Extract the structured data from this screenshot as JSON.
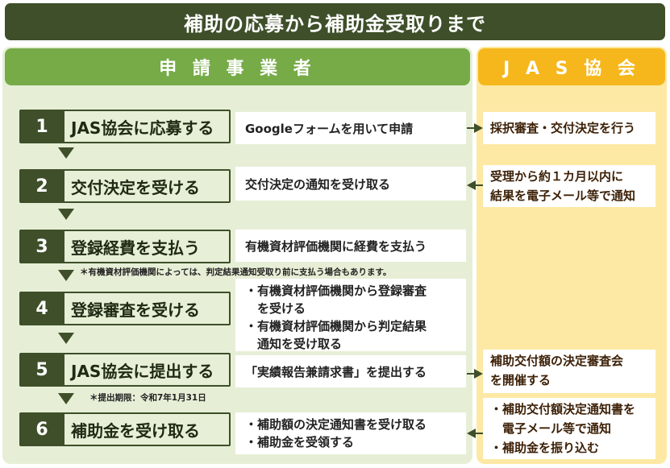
{
  "title": "補助の応募から補助金受取りまで",
  "applicant_header": "申 請 事 業 者",
  "jas_header": "J A S 協 会",
  "steps": [
    {
      "number": "1",
      "label": "JAS協会に応募する",
      "action_lines": [
        "Googleフォームを用いて申請"
      ],
      "flow": "to-jas"
    },
    {
      "number": "2",
      "label": "交付決定を受ける",
      "action_lines": [
        "交付決定の通知を受け取る"
      ],
      "flow": "from-jas"
    },
    {
      "number": "3",
      "label": "登録経費を支払う",
      "action_lines": [
        "有機資材評価機関に経費を支払う"
      ],
      "flow": "none"
    },
    {
      "number": "4",
      "label": "登録審査を受ける",
      "action_lines": [
        "・有機資材評価機関から登録審査",
        "　を受ける",
        "・有機資材評価機関から判定結果",
        "　通知を受け取る"
      ],
      "flow": "none"
    },
    {
      "number": "5",
      "label": "JAS協会に提出する",
      "action_lines": [
        "「実績報告兼請求書」を提出する"
      ],
      "flow": "to-jas"
    },
    {
      "number": "6",
      "label": "補助金を受け取る",
      "action_lines": [
        "・補助額の決定通知書を受け取る",
        "・補助金を受領する"
      ],
      "flow": "from-jas"
    }
  ],
  "jas_actions": [
    {
      "lines": [
        "採択審査・交付決定を行う"
      ]
    },
    {
      "lines": [
        "受理から約１カ月以内に",
        "結果を電子メール等で通知"
      ]
    },
    {
      "lines": [
        "補助交付額の決定審査会",
        "を開催する"
      ]
    },
    {
      "lines": [
        "・補助交付額決定通知書を",
        "　電子メール等で通知",
        "・補助金を振り込む"
      ]
    }
  ],
  "notes": {
    "step3": "＊有機資材評価機関によっては、判定結果通知受取り前に支払う場合もあります。",
    "step5": "＊提出期限：令和7年1月31日"
  },
  "colors": {
    "title_bg": "#3e4f2a",
    "applicant_header": "#76ab48",
    "applicant_panel": "#e6efd6",
    "jas_header": "#f6b71c",
    "jas_panel": "#fde9a4",
    "step_box": "#3e4f2a",
    "step_label_bg": "#e7efd6",
    "jas_text": "#3d2108"
  }
}
